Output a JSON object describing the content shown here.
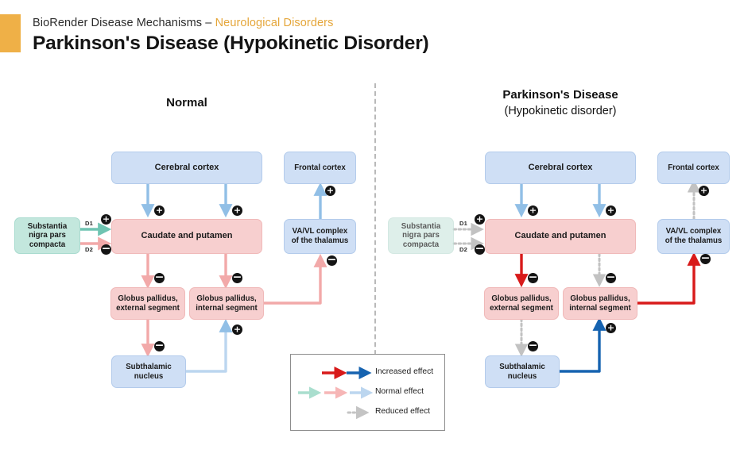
{
  "header": {
    "kicker_prefix": "BioRender Disease Mechanisms – ",
    "kicker_highlight": "Neurological Disorders",
    "title": "Parkinson's Disease (Hypokinetic Disorder)",
    "accent_color": "#efb047"
  },
  "panels": {
    "left": {
      "title": "Normal",
      "subtitle": ""
    },
    "right": {
      "title": "Parkinson's Disease",
      "subtitle": "(Hypokinetic disorder)"
    }
  },
  "nodes": {
    "cerebral_cortex": "Cerebral cortex",
    "frontal_cortex": "Frontal cortex",
    "caudate_putamen": "Caudate and putamen",
    "va_vl": "VA/VL complex\nof the thalamus",
    "va_vl_l1": "VA/VL complex",
    "va_vl_l2": "of the thalamus",
    "substantia_nigra_l1": "Substantia",
    "substantia_nigra_l2": "nigra pars",
    "substantia_nigra_l3": "compacta",
    "gpe_l1": "Globus pallidus,",
    "gpe_l2": "external segment",
    "gpi_l1": "Globus pallidus,",
    "gpi_l2": "internal segment",
    "stn_l1": "Subthalamic",
    "stn_l2": "nucleus"
  },
  "receptor_labels": {
    "d1": "D1",
    "d2": "D2"
  },
  "signs": {
    "plus": "+",
    "minus": "−"
  },
  "legend": {
    "rows": [
      {
        "label": "Increased effect",
        "colors": [
          "#d81a1a",
          "#1663b0"
        ],
        "style": "solid"
      },
      {
        "label": "Normal effect",
        "colors": [
          "#a9dece",
          "#f6b6b6",
          "#bcd6ef"
        ],
        "style": "solid"
      },
      {
        "label": "Reduced effect",
        "colors": [
          "#c4c4c4"
        ],
        "style": "dotted"
      }
    ]
  },
  "colors": {
    "blue_box": "#cfdff5",
    "pink_box": "#f7cfcf",
    "teal_box": "#c3e7dd",
    "arrow_blue_light": "#91bfe6",
    "arrow_pink_light": "#f2a9a9",
    "arrow_teal_light": "#6fc4b2",
    "arrow_red": "#d81a1a",
    "arrow_blue_strong": "#1663b0",
    "arrow_gray_dotted": "#c2c2c2",
    "divider": "#b9b9b9"
  }
}
